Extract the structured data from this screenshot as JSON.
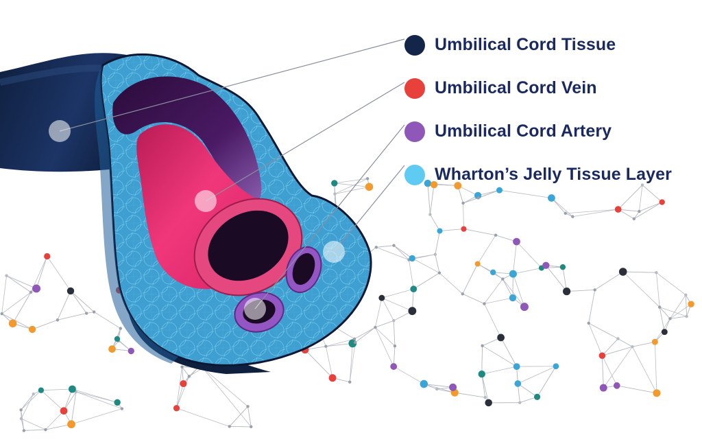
{
  "colors": {
    "navy_text": "#1a2a5e",
    "cord_tissue": "#13264a",
    "cord_vein": "#e8403a",
    "cord_artery": "#8e57b8",
    "wharton_jelly": "#5fcaf2",
    "jelly_fill": "#3f9fd1",
    "vein_pink": "#e2306f",
    "artery_purple": "#3d1450"
  },
  "legend": {
    "items": [
      {
        "label": "Umbilical Cord Tissue",
        "color": "#13264a",
        "icon": "dark-navy-dot"
      },
      {
        "label": "Umbilical Cord Vein",
        "color": "#e8403a",
        "icon": "red-dot"
      },
      {
        "label": "Umbilical Cord Artery",
        "color": "#8e57b8",
        "icon": "purple-dot"
      },
      {
        "label": "Wharton’s Jelly Tissue Layer",
        "color": "#5fcaf2",
        "icon": "light-blue-dot"
      }
    ]
  }
}
